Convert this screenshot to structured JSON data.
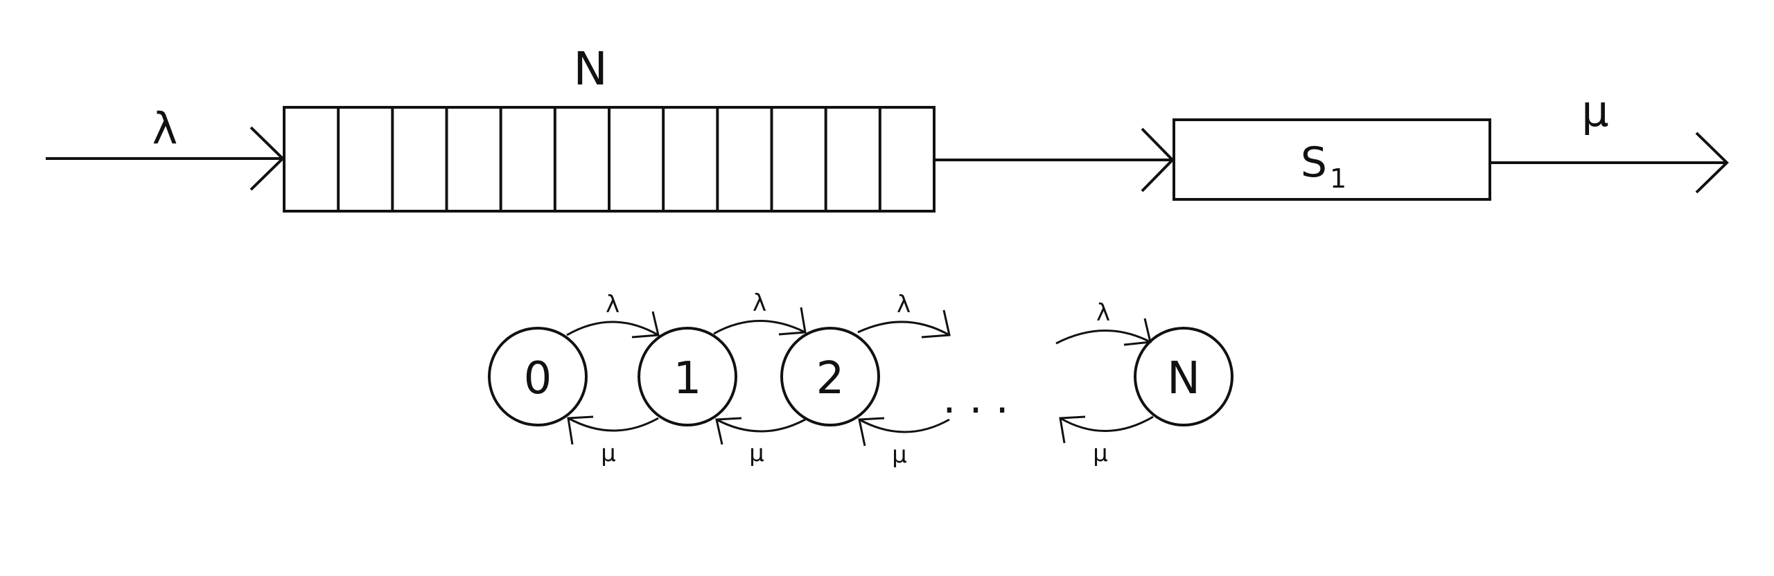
{
  "queue_system": {
    "arrival_label": "λ",
    "capacity_label": "N",
    "server_label": "S",
    "server_subscript": "1",
    "service_label": "μ",
    "buffer_slots": 12
  },
  "state_diagram": {
    "states": [
      "0",
      "1",
      "2",
      "N"
    ],
    "ellipsis": ". . .",
    "forward_labels": [
      "λ",
      "λ",
      "λ",
      "λ"
    ],
    "backward_labels": [
      "μ",
      "μ",
      "μ",
      "μ"
    ]
  },
  "colors": {
    "stroke": "#111111",
    "background": "#ffffff"
  }
}
